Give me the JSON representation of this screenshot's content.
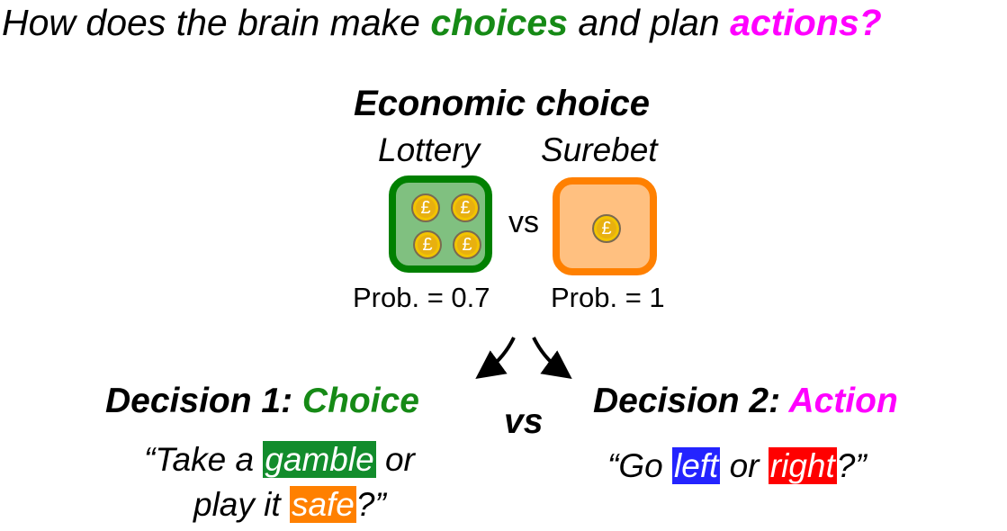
{
  "title": {
    "prefix": "How does the brain make ",
    "choices": "choices",
    "middle": " and plan ",
    "actions": "actions?"
  },
  "economic": {
    "heading": "Economic choice",
    "lottery": "Lottery",
    "surebet": "Surebet",
    "vs": "vs",
    "lottery_prob": "Prob. = 0.7",
    "surebet_prob": "Prob. = 1",
    "coin_symbol": "£"
  },
  "decision1": {
    "label": "Decision 1: ",
    "word": "Choice",
    "q1a": "“Take a ",
    "gamble": "gamble",
    "q1b": " or",
    "q2a": "play it ",
    "safe": "safe",
    "q2b": "?”"
  },
  "center_vs": "vs",
  "decision2": {
    "label": "Decision 2: ",
    "word": "Action",
    "qa": "“Go ",
    "left": "left",
    "qb": " or ",
    "right": "right",
    "qc": "?”"
  },
  "colors": {
    "green": "#168a16",
    "magenta": "#ff00ff",
    "lottery_border": "#008000",
    "lottery_fill": "#80c080",
    "surebet_border": "#ff8000",
    "surebet_fill": "#ffc080",
    "gamble_bg": "#128c2c",
    "safe_bg": "#ff8000",
    "left_bg": "#2424ff",
    "right_bg": "#ff0000"
  }
}
